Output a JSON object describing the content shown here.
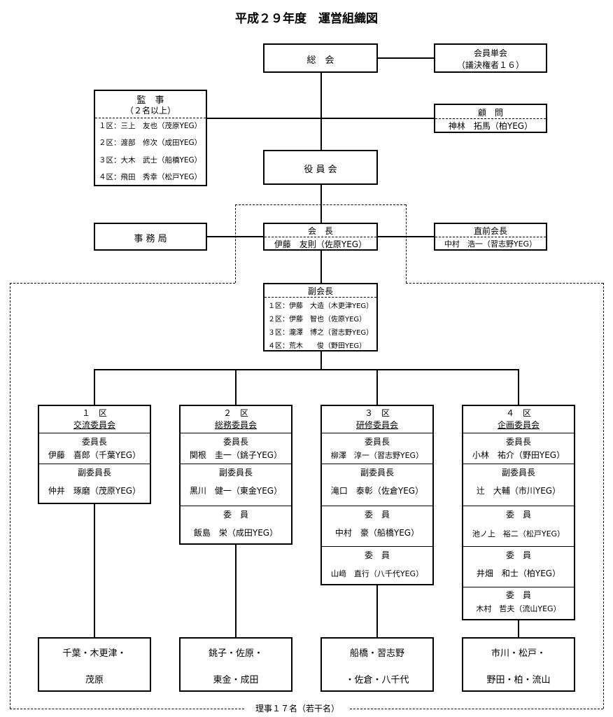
{
  "title": "平成２９年度　運営組織図",
  "general_meeting": "総　会",
  "member_units": [
    "会員単会",
    "（議決権者１６）"
  ],
  "auditors": {
    "title": "監　事",
    "subtitle": "（２名以上）",
    "members": [
      "１区：三上　友也（茂原YEG）",
      "２区：渡部　修次（成田YEG）",
      "３区：大木　武士（船橋YEG）",
      "４区：飛田　秀幸（松戸YEG）"
    ]
  },
  "advisor": {
    "title": "顧　問",
    "name": "神林　拓馬（柏YEG）"
  },
  "board": "役 員 会",
  "secretariat": "事 務 局",
  "chairman": {
    "title": "会　長",
    "name": "伊藤　友則（佐原YEG）"
  },
  "past_chairman": {
    "title": "直前会長",
    "name": "中村　浩一（習志野YEG）"
  },
  "vice_chairmen": {
    "title": "副会長",
    "members": [
      "１区：伊藤　大造（木更津YEG）",
      "２区：伊藤　智也（佐原YEG）",
      "３区：瀧澤　博之（習志野YEG）",
      "４区：荒木　　俊（野田YEG）"
    ]
  },
  "committees": [
    {
      "district": "１　区",
      "name": "交流委員会",
      "roles": [
        {
          "role": "委員長",
          "name": "伊藤　喜郎（千葉YEG）"
        },
        {
          "role": "副委員長",
          "name": "仲井　琢磨（茂原YEG）"
        }
      ],
      "areas": [
        "千葉・木更津・",
        "茂原"
      ]
    },
    {
      "district": "２　区",
      "name": "総務委員会",
      "roles": [
        {
          "role": "委員長",
          "name": "関根　圭一（銚子YEG）"
        },
        {
          "role": "副委員長",
          "name": "黒川　健一（東金YEG）"
        },
        {
          "role": "委　員",
          "name": "飯島　栄（成田YEG）"
        }
      ],
      "areas": [
        "銚子・佐原・",
        "東金・成田"
      ]
    },
    {
      "district": "３　区",
      "name": "研修委員会",
      "roles": [
        {
          "role": "委員長",
          "name": "柳澤　淳一（習志野YEG）"
        },
        {
          "role": "副委員長",
          "name": "滝口　泰彰（佐倉YEG）"
        },
        {
          "role": "委　員",
          "name": "中村　豪（船橋YEG）"
        },
        {
          "role": "委　員",
          "name": "山﨑　直行（八千代YEG）"
        }
      ],
      "areas": [
        "船橋・習志野",
        "・佐倉・八千代"
      ]
    },
    {
      "district": "４　区",
      "name": "企画委員会",
      "roles": [
        {
          "role": "委員長",
          "name": "小林　祐介（野田YEG）"
        },
        {
          "role": "副委員長",
          "name": "辻　大輔（市川YEG）"
        },
        {
          "role": "委　員",
          "name": "池ノ上　裕二（松戸YEG）"
        },
        {
          "role": "委　員",
          "name": "井畑　和士（柏YEG）"
        },
        {
          "role": "委　員",
          "name": "木村　哲夫（流山YEG）"
        }
      ],
      "areas": [
        "市川・松戸・",
        "野田・柏・流山"
      ]
    }
  ],
  "directors_note": "理事１７名（若干名）"
}
